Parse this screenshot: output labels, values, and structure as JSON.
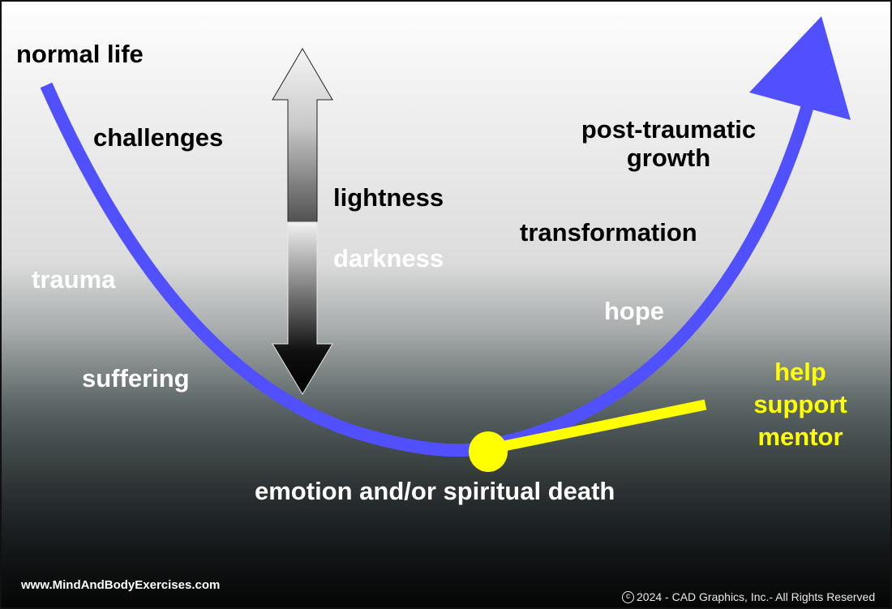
{
  "diagram": {
    "colors": {
      "curve": "#5050ff",
      "support_line": "#ffff00",
      "turning_point": "#ffff00",
      "arrow_top": "#f4f4f4",
      "arrow_bottom": "#000000"
    },
    "curve_labels": {
      "start": "normal life",
      "challenges": "challenges",
      "trauma": "trauma",
      "suffering": "suffering",
      "bottom": "emotion and/or spiritual death",
      "hope": "hope",
      "transformation": "transformation",
      "growth_line1": "post-traumatic",
      "growth_line2": "growth"
    },
    "scale_arrow": {
      "upper_label": "lightness",
      "lower_label": "darkness"
    },
    "support_labels": [
      "help",
      "support",
      "mentor"
    ]
  },
  "footer": {
    "website": "www.MindAndBodyExercises.com",
    "copyright_symbol": "c",
    "copyright": "2024 - CAD Graphics, Inc.- All Rights Reserved"
  }
}
